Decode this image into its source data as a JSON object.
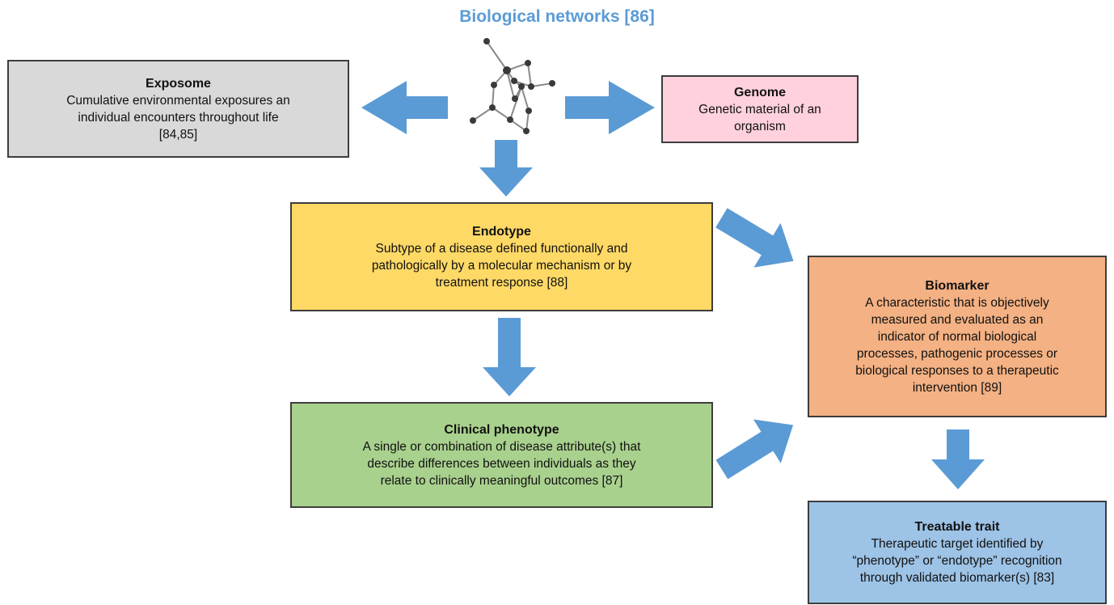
{
  "title": "Biological networks [86]",
  "colors": {
    "arrow": "#5b9bd5",
    "title": "#5b9bd5",
    "exposome": "#d9d9d9",
    "genome": "#ffd1dc",
    "endotype": "#ffd966",
    "clinical": "#a9d18e",
    "biomarker": "#f4b183",
    "treatable": "#9dc3e6"
  },
  "icon": "network-graph-icon",
  "boxes": {
    "exposome": {
      "title": "Exposome",
      "lines": [
        "Cumulative environmental exposures an",
        "individual encounters throughout life",
        "[84,85]"
      ]
    },
    "genome": {
      "title": "Genome",
      "lines": [
        "Genetic material of an",
        "organism"
      ]
    },
    "endotype": {
      "title": "Endotype",
      "lines": [
        "Subtype of a disease defined functionally and",
        "pathologically by a molecular mechanism or by",
        "treatment response [88]"
      ]
    },
    "clinical": {
      "title": "Clinical phenotype",
      "lines": [
        "A single or combination of disease attribute(s) that",
        "describe differences between individuals as they",
        "relate to clinically meaningful outcomes [87]"
      ]
    },
    "biomarker": {
      "title": "Biomarker",
      "lines": [
        "A characteristic that is objectively",
        "measured and evaluated as an",
        "indicator of normal biological",
        "processes, pathogenic processes or",
        "biological responses to a therapeutic",
        "intervention [89]"
      ]
    },
    "treatable": {
      "title": "Treatable trait",
      "lines": [
        "Therapeutic target identified by",
        "“phenotype” or “endotype” recognition",
        "through validated biomarker(s) [83]"
      ]
    }
  }
}
